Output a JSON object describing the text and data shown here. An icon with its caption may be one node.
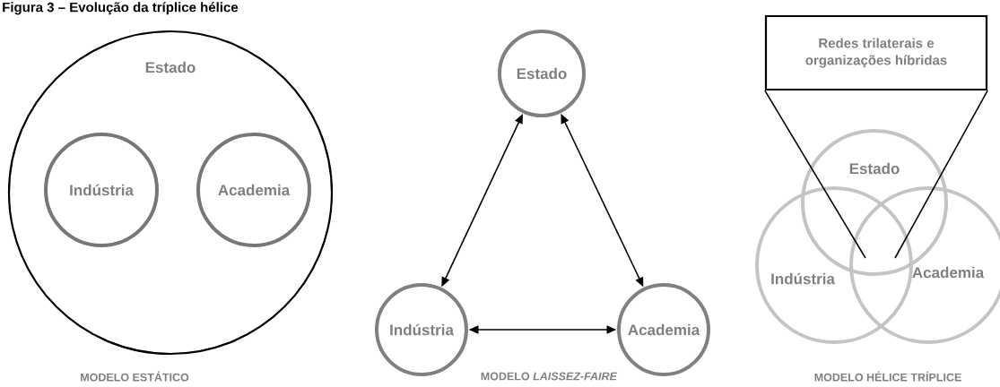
{
  "diagram": {
    "title": "Figura 3 – Evolução da tríplice hélice",
    "nodes": [
      {
        "text": [
          "Estado"
        ]
      },
      {
        "text": [
          "Indústria"
        ],
        "in": 0
      },
      {
        "text": [
          "Academia"
        ],
        "in": 0
      },
      {
        "text": [
          "Estado"
        ]
      },
      {
        "text": [
          "Indústria"
        ]
      },
      {
        "text": [
          "Academia"
        ]
      },
      {
        "text": [
          "Redes trilaterais e organizações híbridas"
        ]
      },
      {
        "text": [
          "Estado"
        ]
      },
      {
        "text": [
          "Indústria"
        ]
      },
      {
        "text": [
          "Academia"
        ]
      }
    ],
    "edges": [
      {
        "from": 3,
        "to": 4,
        "arrow": "both"
      },
      {
        "from": 3,
        "to": 5,
        "arrow": "both"
      },
      {
        "from": 4,
        "to": 5,
        "arrow": "both"
      },
      {
        "from": 6,
        "to": 7,
        "arrow": "none"
      },
      {
        "from": 6,
        "to": 7,
        "arrow": "none"
      }
    ],
    "labels": [
      "MODELO ESTÁTICO",
      "MODELO *LAISSEZ-FAIRE*",
      "MODELO HÉLICE TRÍPLICE"
    ]
  }
}
